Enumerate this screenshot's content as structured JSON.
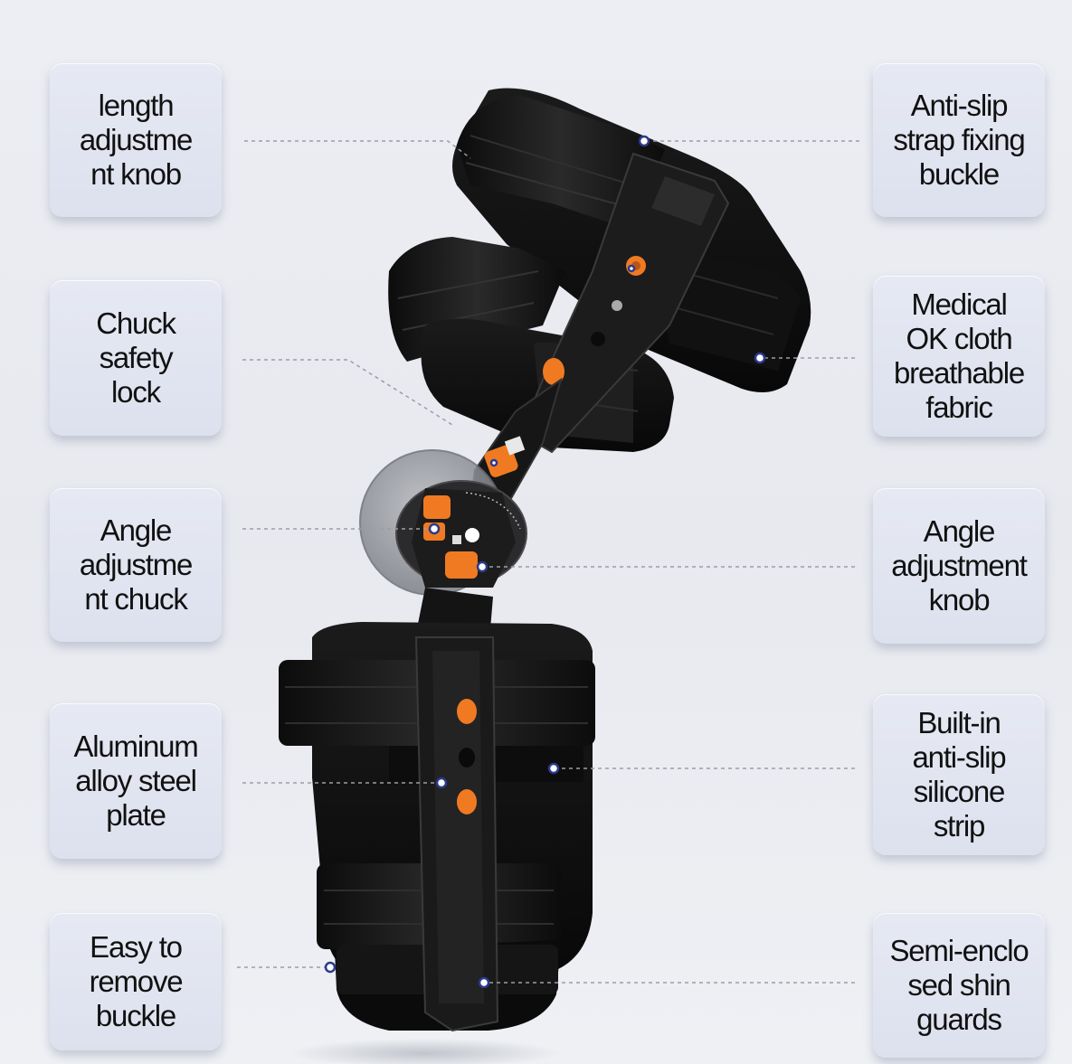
{
  "left_labels": [
    {
      "id": "length-adjustment-knob",
      "text": "length\nadjustme\nnt knob"
    },
    {
      "id": "chuck-safety-lock",
      "text": "Chuck\nsafety\nlock"
    },
    {
      "id": "angle-adjustment-chuck",
      "text": "Angle\nadjustme\nnt chuck"
    },
    {
      "id": "aluminum-alloy-steel-plate",
      "text": "Aluminum\nalloy steel\nplate"
    },
    {
      "id": "easy-to-remove-buckle",
      "text": "Easy to\nremove\nbuckle"
    }
  ],
  "right_labels": [
    {
      "id": "anti-slip-strap-fixing-buckle",
      "text": "Anti-slip\nstrap fixing\nbuckle"
    },
    {
      "id": "medical-ok-cloth-breathable-fabric",
      "text": "Medical\nOK cloth\nbreathable\nfabric"
    },
    {
      "id": "angle-adjustment-knob",
      "text": "Angle\nadjustment\nknob"
    },
    {
      "id": "built-in-anti-slip-silicone-strip",
      "text": "Built-in\nanti-slip\nsilicone\nstrip"
    },
    {
      "id": "semi-enclosed-shin-guards",
      "text": "Semi-enclo\nsed shin\nguards"
    }
  ],
  "colors": {
    "background": "#eaecf1",
    "card": "#e2e5f0",
    "brace_black": "#141414",
    "hinge_grey": "#8b8e95",
    "accent_orange": "#f07a22",
    "marker_blue": "#2b3a8c",
    "leader_line": "#9a9ea8"
  },
  "icons": [
    "knee-brace-illustration",
    "pointer-dot-icon"
  ]
}
